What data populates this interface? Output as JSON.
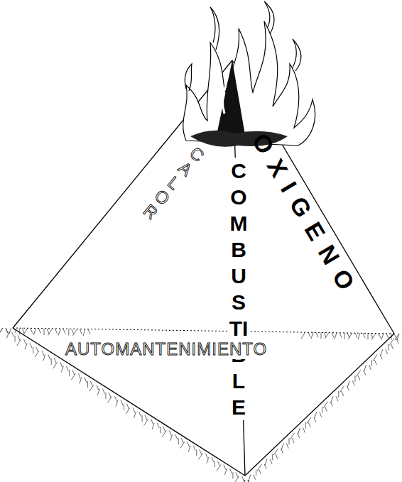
{
  "diagram": {
    "labels": [
      "CALOR",
      "COMBUSTIBLE",
      "OXIGENO",
      "AUTOMANTENIMIENTO"
    ]
  }
}
